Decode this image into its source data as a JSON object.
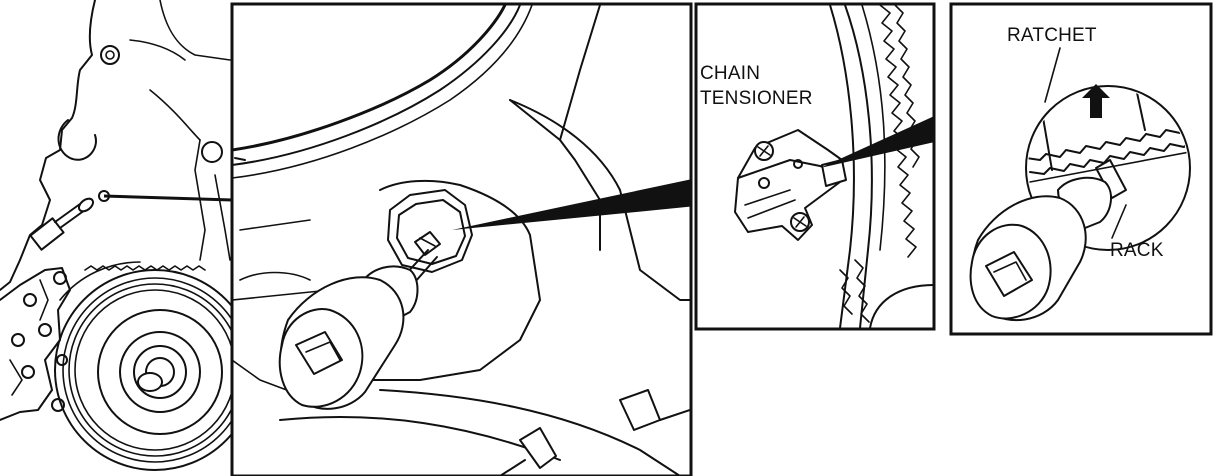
{
  "figure": {
    "labels": {
      "chain_tensioner_line1": "CHAIN",
      "chain_tensioner_line2": "TENSIONER",
      "ratchet": "RATCHET",
      "rack": "RACK"
    },
    "icons": {
      "direction_arrow": "up-arrow-icon"
    }
  }
}
